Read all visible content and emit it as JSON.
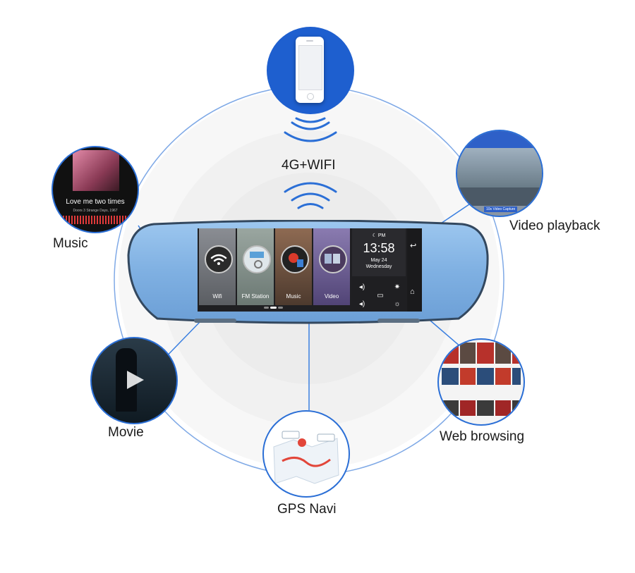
{
  "features": {
    "connectivity_label": "4G+WIFI",
    "music_label": "Music",
    "video_playback_label": "Video playback",
    "movie_label": "Movie",
    "web_browsing_label": "Web browsing",
    "gps_navi_label": "GPS Navi"
  },
  "music_thumb": {
    "song_title": "Love me two times",
    "song_subtitle": "Doors 3 Strange Days, 1967"
  },
  "video_thumb": {
    "caption": "10s Video Capture"
  },
  "screen": {
    "apps": [
      {
        "label": "Wifi",
        "icon": "wifi-icon"
      },
      {
        "label": "FM Station",
        "icon": "radio-icon"
      },
      {
        "label": "Music",
        "icon": "music-icon"
      },
      {
        "label": "Video",
        "icon": "video-icon"
      }
    ],
    "clock": {
      "ampm": "PM",
      "time": "13:58",
      "date": "May 24",
      "weekday": "Wednesday"
    },
    "page_dots": 3,
    "active_page": 2
  },
  "colors": {
    "accent_blue": "#2b6fd6",
    "mirror_body": "#86b8e6",
    "screen_bg": "#1f1f22",
    "line_blue": "#3a7fe0"
  }
}
